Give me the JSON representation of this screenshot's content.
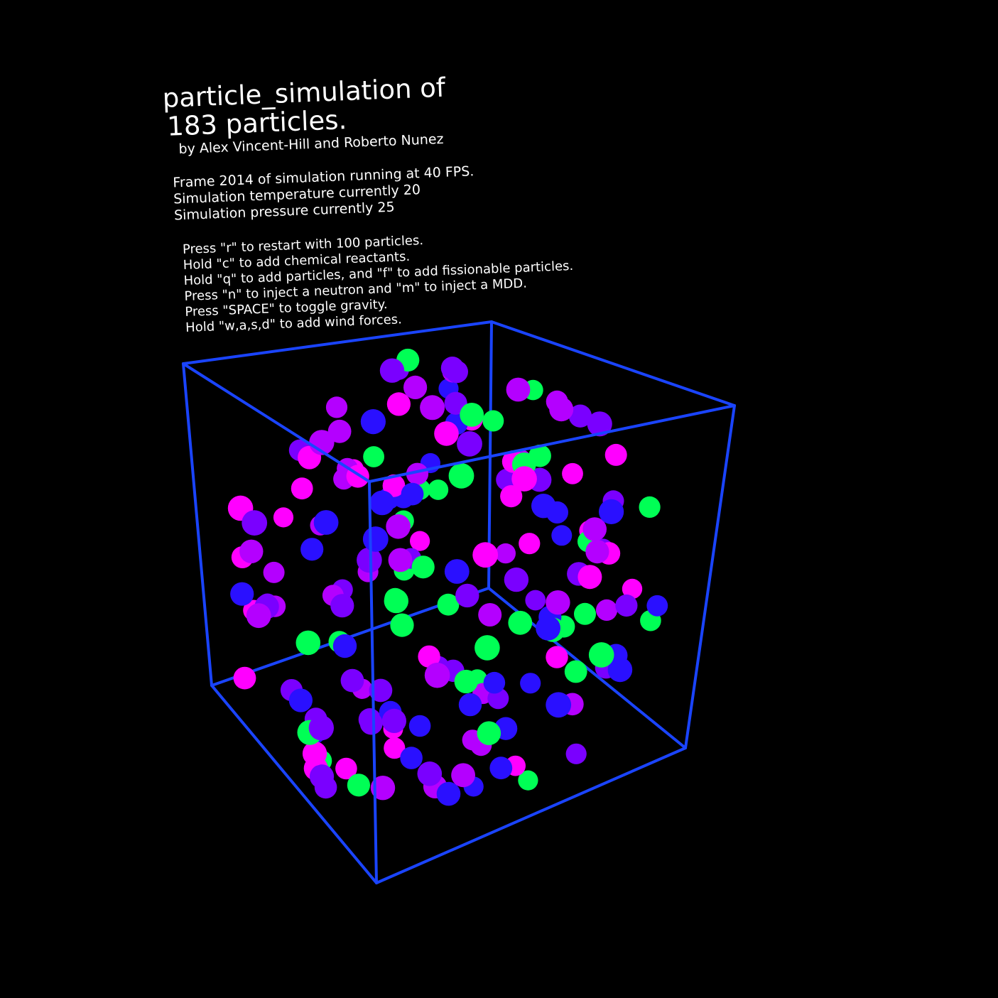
{
  "window": {
    "background": "#000000",
    "text_color": "#ffffff",
    "box_color": "#1a44ff"
  },
  "hud": {
    "title_line1": "particle_simulation of",
    "title_line2": "183 particles.",
    "byline": "by Alex Vincent-Hill and Roberto Nunez",
    "stats": [
      "Frame 2014 of simulation running at 40 FPS.",
      "Simulation temperature currently 20",
      "Simulation pressure currently 25"
    ],
    "controls": [
      "Press \"r\" to restart with 100 particles.",
      "Hold \"c\" to add chemical reactants.",
      "Hold \"q\" to add particles, and \"f\" to add fissionable particles.",
      "Press \"n\" to inject a neutron and \"m\" to inject a MDD.",
      "Press \"SPACE\" to toggle gravity.",
      "Hold \"w,a,s,d\" to add wind forces."
    ]
  },
  "simulation": {
    "particle_count": 183,
    "frame": 2014,
    "fps": 40,
    "temperature": 20,
    "pressure": 25,
    "particle_colors": [
      "#00ff55",
      "#ff00ff",
      "#7a00ff",
      "#2a10ff",
      "#b400ff"
    ]
  }
}
